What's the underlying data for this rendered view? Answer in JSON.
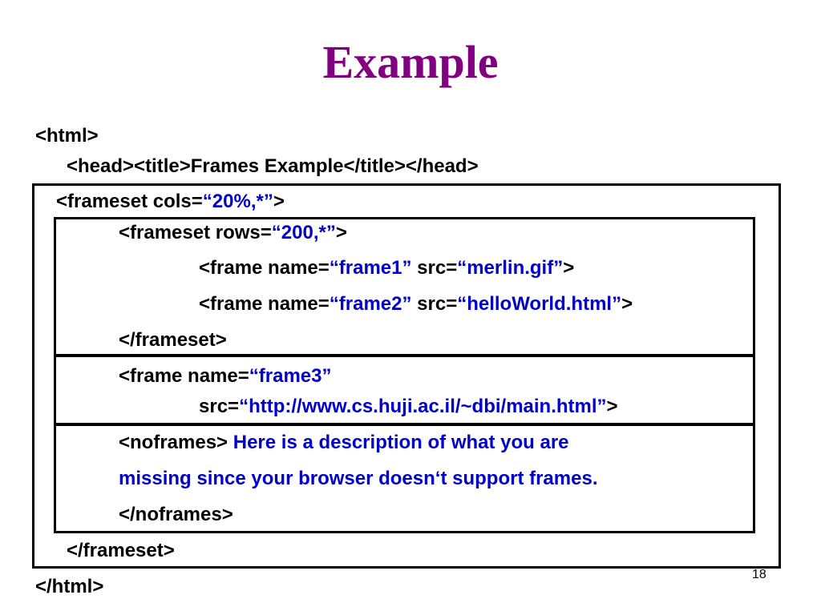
{
  "slide": {
    "title": "Example",
    "page_number": "18"
  },
  "code": {
    "html_open": "<html>",
    "head_line": "<head><title>Frames Example</title></head>",
    "frameset_cols": {
      "pre": "<frameset cols=",
      "q1": "“",
      "val": "20%,*",
      "q2": "”",
      "post": ">"
    },
    "frameset_rows": {
      "pre": "<frameset rows=",
      "q1": "“",
      "val": "200,*",
      "q2": "”",
      "post": ">"
    },
    "frame1": {
      "pre": "<frame name=",
      "q1": "“",
      "name": "frame1",
      "q2": "”",
      "mid": " src=",
      "q3": "“",
      "src": "merlin.gif",
      "q4": "”",
      "post": ">"
    },
    "frame2": {
      "pre": "<frame name=",
      "q1": "“",
      "name": "frame2",
      "q2": "”",
      "mid": " src=",
      "q3": "“",
      "src": "helloWorld.html",
      "q4": "”",
      "post": ">"
    },
    "frameset_close_inner": "</frameset>",
    "frame3_line1": {
      "pre": "<frame name=",
      "q1": "“",
      "name": "frame3",
      "q2": "”"
    },
    "frame3_line2": {
      "pre": "src=",
      "q1": "“",
      "src": "http://www.cs.huji.ac.il/~dbi/main.html",
      "q2": "”",
      "post": ">"
    },
    "noframes_open": "<noframes>",
    "noframes_text1": " Here is a description of what you are",
    "noframes_text2": "missing since your browser doesn‘t support frames.",
    "noframes_close": "</noframes>",
    "frameset_close_outer": "</frameset>",
    "html_close": "</html>"
  }
}
